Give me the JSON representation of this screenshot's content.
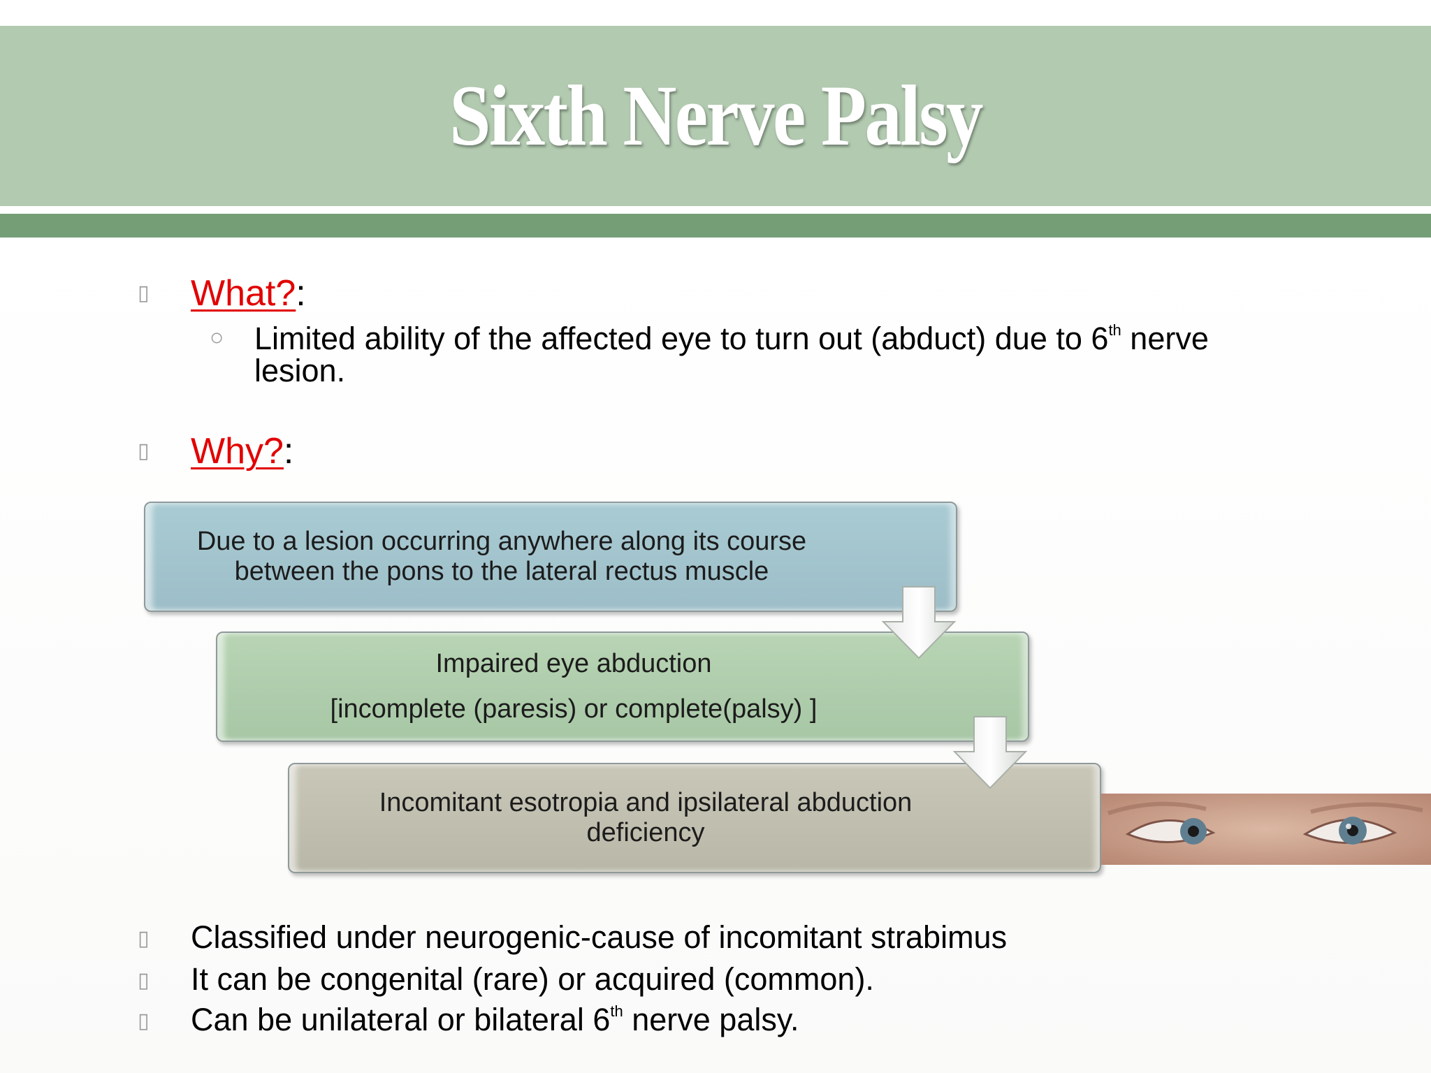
{
  "title": "Sixth Nerve Palsy",
  "bullet_glyph": "▯",
  "what": {
    "label": "What?",
    "colon": ":",
    "sub_bullet": "○",
    "line1_a": "Limited ability of the affected eye to turn out (abduct) due to 6",
    "line1_sup": "th",
    "line1_b": " nerve",
    "line2": "lesion."
  },
  "why": {
    "label": "Why?",
    "colon": ":"
  },
  "flow": {
    "step1_line1": "Due to a lesion occurring anywhere along its course",
    "step1_line2": "between the pons to the lateral rectus muscle",
    "step2_line1": "Impaired eye abduction",
    "step2_line2": "[incomplete (paresis) or complete(palsy) ]",
    "step3_line1": "Incomitant esotropia and ipsilateral abduction",
    "step3_line2": "deficiency"
  },
  "facts": {
    "item1": "Classified under neurogenic-cause of incomitant strabimus",
    "item2": "It can be congenital (rare) or acquired (common).",
    "item3_a": "Can be unilateral or bilateral 6",
    "item3_sup": "th",
    "item3_b": " nerve palsy."
  },
  "colors": {
    "title_band": "#b2cab0",
    "accent_bar": "#769e76",
    "link_red": "#e20000",
    "step1": "#a9cbd3",
    "step2": "#b8d4b4",
    "step3": "#c9c7b8"
  },
  "icons": {
    "bullet": "square-bullet-icon",
    "sub_bullet": "circle-bullet-icon",
    "flow_arrow": "down-arrow-icon",
    "photo": "eyes-photo"
  }
}
